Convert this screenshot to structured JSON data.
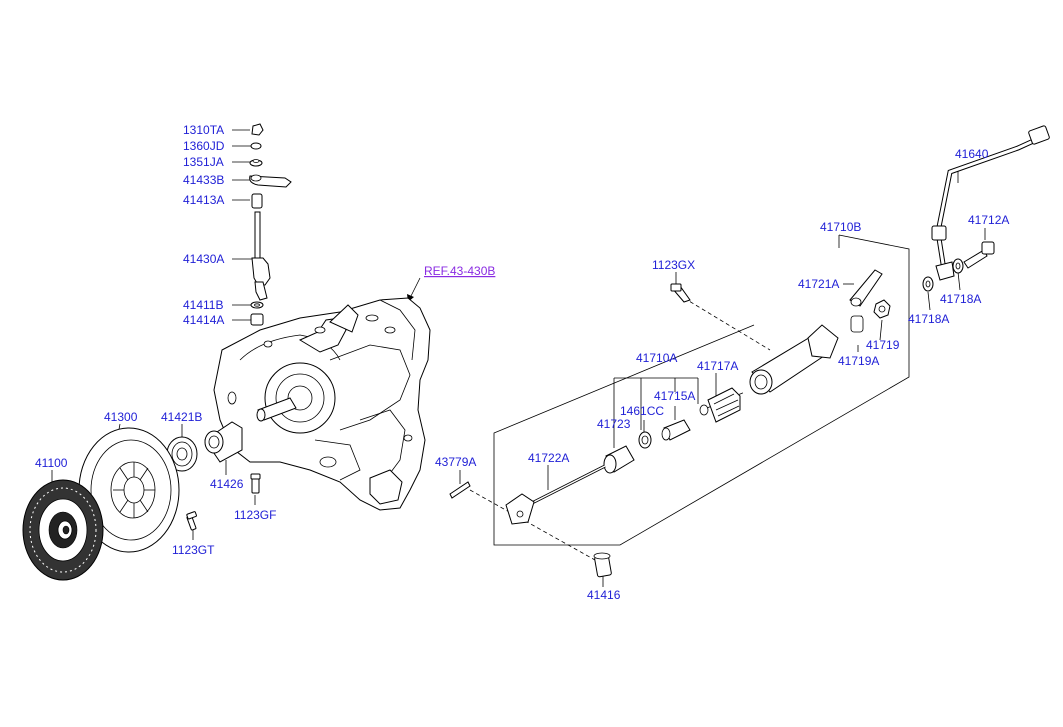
{
  "diagram": {
    "reference": "REF.43-430B",
    "parts": {
      "p1310TA": "1310TA",
      "p1360JD": "1360JD",
      "p1351JA": "1351JA",
      "p41433B": "41433B",
      "p41413A": "41413A",
      "p41430A": "41430A",
      "p41411B": "41411B",
      "p41414A": "41414A",
      "p41300": "41300",
      "p41421B": "41421B",
      "p41100": "41100",
      "p41426": "41426",
      "p1123GF": "1123GF",
      "p1123GT": "1123GT",
      "p1123GX": "1123GX",
      "p41710B": "41710B",
      "p41721A": "41721A",
      "p41710A": "41710A",
      "p41717A": "41717A",
      "p1461CC": "1461CC",
      "p41715A": "41715A",
      "p41723": "41723",
      "p41722A": "41722A",
      "p43779A": "43779A",
      "p41416": "41416",
      "p41640": "41640",
      "p41712A": "41712A",
      "p41718A_1": "41718A",
      "p41718A_2": "41718A",
      "p41719": "41719",
      "p41719A": "41719A"
    }
  }
}
